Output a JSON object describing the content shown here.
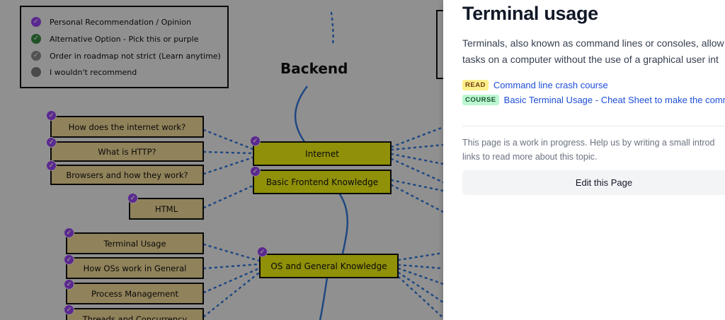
{
  "roadmap": {
    "title": "Backend",
    "legend": [
      {
        "label": "Personal Recommendation / Opinion",
        "color": "#9b3cff",
        "icon": "check-icon"
      },
      {
        "label": "Alternative Option - Pick this or purple",
        "color": "#2e8b3a",
        "icon": "check-icon"
      },
      {
        "label": "Order in roadmap not strict (Learn anytime)",
        "color": "#8c8c8c",
        "icon": "check-icon"
      },
      {
        "label": "I wouldn't recommend",
        "color": "#7a7a7a",
        "icon": "dot-icon"
      }
    ],
    "main_nodes": [
      {
        "label": "Internet"
      },
      {
        "label": "Basic Frontend Knowledge"
      },
      {
        "label": "OS and General Knowledge"
      }
    ],
    "internet_topics": [
      {
        "label": "How does the internet work?"
      },
      {
        "label": "What is HTTP?"
      },
      {
        "label": "Browsers and how they work?"
      }
    ],
    "frontend_topics": [
      {
        "label": "HTML"
      }
    ],
    "os_topics": [
      {
        "label": "Terminal Usage"
      },
      {
        "label": "How OSs work in General"
      },
      {
        "label": "Process Management"
      },
      {
        "label": "Threads and Concurrency"
      }
    ],
    "colors": {
      "main_node": "#ffff00",
      "topic_node": "#ffe599",
      "badge": "#9b3cff",
      "link": "#2b78e4"
    }
  },
  "panel": {
    "title": "Terminal usage",
    "description_line1": "Terminals, also known as command lines or consoles, allow",
    "description_line2": "tasks on a computer without the use of a graphical user int",
    "resources": [
      {
        "tag": "READ",
        "tag_color": "#fef08a",
        "label": "Command line crash course"
      },
      {
        "tag": "COURSE",
        "tag_color": "#bbf7d0",
        "label": "Basic Terminal Usage - Cheat Sheet to make the comm"
      }
    ],
    "note_line1": "This page is a work in progress. Help us by writing a small introd",
    "note_line2": "links to read more about this topic.",
    "edit_button": "Edit this Page"
  }
}
